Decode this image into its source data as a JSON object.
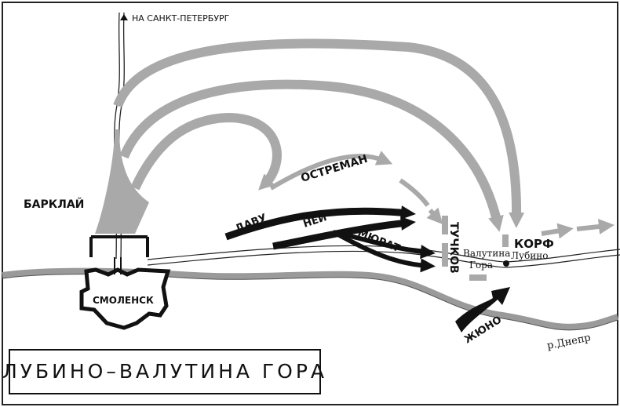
{
  "map": {
    "title": "ЛУБИНО–ВАЛУТИНА ГОРА",
    "direction_label": "НА САНКТ-ПЕТЕРБУРГ",
    "towns": {
      "smolensk": "СМОЛЕНСК",
      "valutina_line1": "Валутина",
      "valutina_line2": "Гора",
      "lubino": "Лубино"
    },
    "river": "р.Днепр",
    "units": {
      "barclay": "БАРКЛАЙ",
      "osterman": "ОСТРЕМАН",
      "davout": "ДАВУ",
      "ney": "НЕЙ",
      "murat": "МЮРАТ",
      "tuchkov": "ТУЧКОВ",
      "korf": "КОРФ",
      "junot": "ЖЮНО"
    },
    "colors": {
      "russian_forces": "#a9a9a9",
      "french_forces": "#111111",
      "river": "#9a9a9a",
      "road": "#222222"
    }
  }
}
